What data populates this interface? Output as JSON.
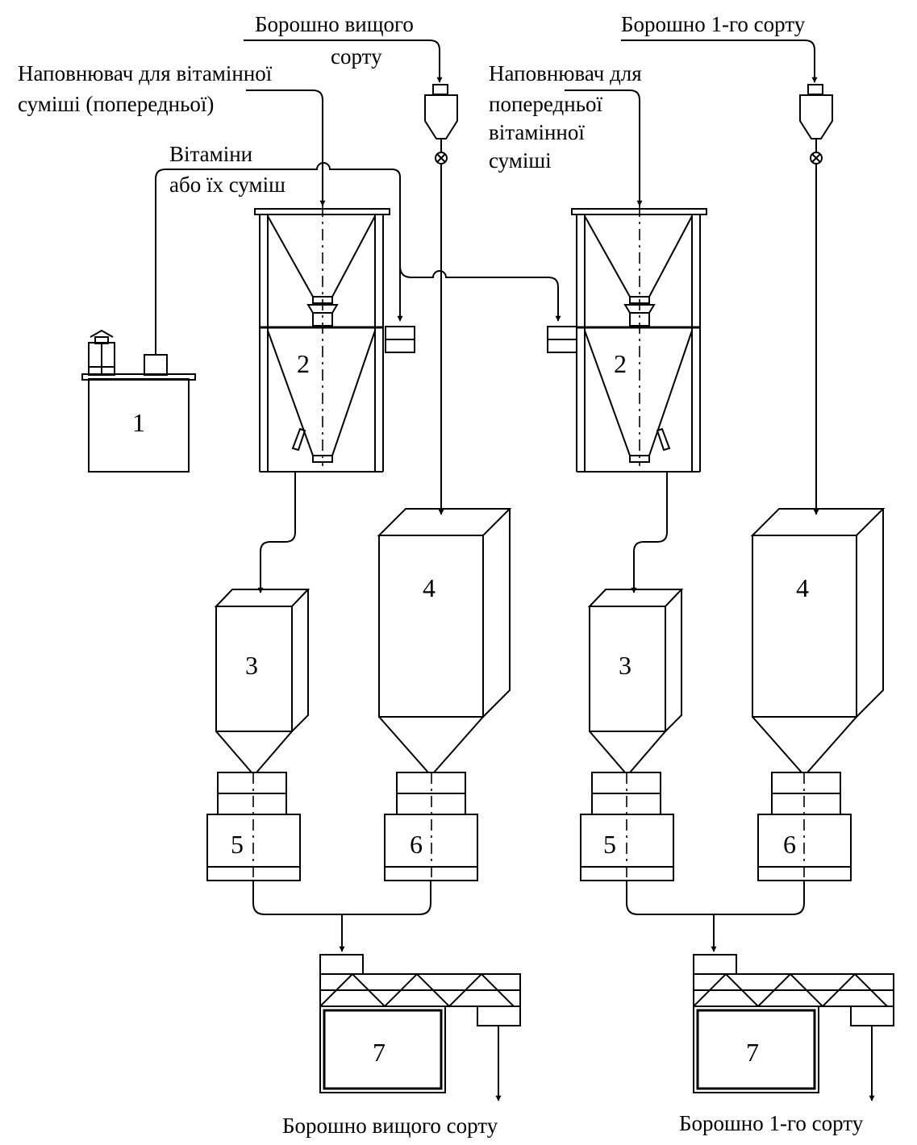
{
  "labels": {
    "flour_top_line1": "Борошно вищого",
    "flour_top_line2": "сорту",
    "flour1_top": "Борошно 1-го сорту",
    "filler_left_line1": "Наповнювач для вітамінної",
    "filler_left_line2": "суміші (попередньої)",
    "vitamins_line1": "Вітаміни",
    "vitamins_line2": "або їх суміш",
    "filler_right_line1": "Наповнювач для",
    "filler_right_line2": "попередньої",
    "filler_right_line3": "вітамінної",
    "filler_right_line4": "суміші",
    "out_left": "Борошно вищого сорту",
    "out_right": "Борошно 1-го сорту"
  },
  "numbers": {
    "n1": "1",
    "n2": "2",
    "n3": "3",
    "n4": "4",
    "n5": "5",
    "n6": "6",
    "n7": "7"
  }
}
